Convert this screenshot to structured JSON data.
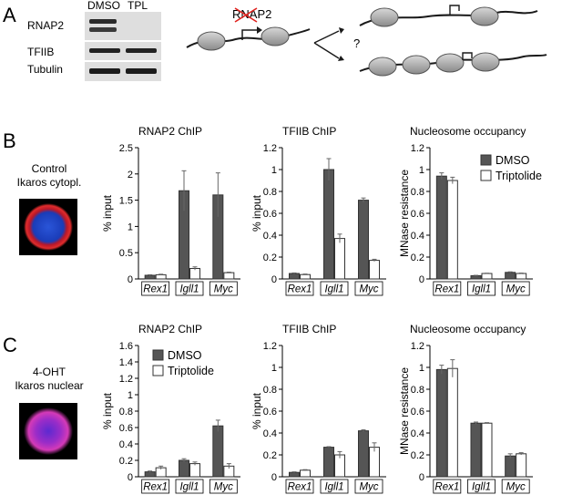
{
  "panel_labels": {
    "a": "A",
    "b": "B",
    "c": "C"
  },
  "western": {
    "columns": [
      "DMSO",
      "TPL"
    ],
    "rows": [
      "RNAP2",
      "TFIIB",
      "Tubulin"
    ]
  },
  "schematic": {
    "rnap2_label": "RNAP2",
    "question": "?"
  },
  "cells": {
    "b": {
      "line1": "Control",
      "line2": "Ikaros cytopl."
    },
    "c": {
      "line1": "4-OHT",
      "line2": "Ikaros nuclear"
    }
  },
  "colors": {
    "dmso": "#555555",
    "triptolide": "#ffffff",
    "edge": "#333333",
    "error": "#666666"
  },
  "legend": {
    "dmso": "DMSO",
    "triptolide": "Triptolide"
  },
  "chart_data": [
    {
      "id": "b1",
      "type": "bar",
      "title": "RNAP2 ChIP",
      "ylabel": "% input",
      "categories": [
        "Rex1",
        "Igll1",
        "Myc"
      ],
      "ylim": [
        0,
        2.5
      ],
      "yticks": [
        "0",
        "0.5",
        "1",
        "1.5",
        "2",
        "2.5"
      ],
      "ytick_values": [
        0,
        0.5,
        1,
        1.5,
        2,
        2.5
      ],
      "series": [
        {
          "name": "DMSO",
          "values": [
            0.07,
            1.68,
            1.6
          ],
          "errors": [
            0.01,
            0.38,
            0.42
          ]
        },
        {
          "name": "Triptolide",
          "values": [
            0.08,
            0.2,
            0.12
          ],
          "errors": [
            0.01,
            0.03,
            0.01
          ]
        }
      ]
    },
    {
      "id": "b2",
      "type": "bar",
      "title": "TFIIB ChIP",
      "ylabel": "% input",
      "categories": [
        "Rex1",
        "Igll1",
        "Myc"
      ],
      "ylim": [
        0,
        1.2
      ],
      "yticks": [
        "0",
        "0.2",
        "0.4",
        "0.6",
        "0.8",
        "1",
        "1.2"
      ],
      "ytick_values": [
        0,
        0.2,
        0.4,
        0.6,
        0.8,
        1,
        1.2
      ],
      "series": [
        {
          "name": "DMSO",
          "values": [
            0.05,
            1.0,
            0.72
          ],
          "errors": [
            0.005,
            0.1,
            0.02
          ]
        },
        {
          "name": "Triptolide",
          "values": [
            0.04,
            0.37,
            0.17
          ],
          "errors": [
            0.005,
            0.04,
            0.01
          ]
        }
      ]
    },
    {
      "id": "b3",
      "type": "bar",
      "title": "Nucleosome occupancy",
      "ylabel": "MNase resistance",
      "categories": [
        "Rex1",
        "Igll1",
        "Myc"
      ],
      "ylim": [
        0,
        1.2
      ],
      "yticks": [
        "0",
        "0.2",
        "0.4",
        "0.6",
        "0.8",
        "1",
        "1.2"
      ],
      "ytick_values": [
        0,
        0.2,
        0.4,
        0.6,
        0.8,
        1,
        1.2
      ],
      "legend": true,
      "series": [
        {
          "name": "DMSO",
          "values": [
            0.94,
            0.03,
            0.06
          ],
          "errors": [
            0.03,
            0.003,
            0.005
          ]
        },
        {
          "name": "Triptolide",
          "values": [
            0.9,
            0.05,
            0.05
          ],
          "errors": [
            0.03,
            0.003,
            0.004
          ]
        }
      ]
    },
    {
      "id": "c1",
      "type": "bar",
      "title": "RNAP2 ChIP",
      "ylabel": "% input",
      "categories": [
        "Rex1",
        "Igll1",
        "Myc"
      ],
      "ylim": [
        0,
        1.6
      ],
      "yticks": [
        "0",
        "0.2",
        "0.4",
        "0.6",
        "0.8",
        "1",
        "1.2",
        "1.4",
        "1.6"
      ],
      "ytick_values": [
        0,
        0.2,
        0.4,
        0.6,
        0.8,
        1,
        1.2,
        1.4,
        1.6
      ],
      "legend": true,
      "series": [
        {
          "name": "DMSO",
          "values": [
            0.06,
            0.2,
            0.62
          ],
          "errors": [
            0.01,
            0.02,
            0.07
          ]
        },
        {
          "name": "Triptolide",
          "values": [
            0.11,
            0.16,
            0.13
          ],
          "errors": [
            0.02,
            0.02,
            0.03
          ]
        }
      ]
    },
    {
      "id": "c2",
      "type": "bar",
      "title": "TFIIB ChIP",
      "ylabel": "% input",
      "categories": [
        "Rex1",
        "Igll1",
        "Myc"
      ],
      "ylim": [
        0,
        1.2
      ],
      "yticks": [
        "0",
        "0.2",
        "0.4",
        "0.6",
        "0.8",
        "1",
        "1.2"
      ],
      "ytick_values": [
        0,
        0.2,
        0.4,
        0.6,
        0.8,
        1,
        1.2
      ],
      "series": [
        {
          "name": "DMSO",
          "values": [
            0.04,
            0.27,
            0.42
          ],
          "errors": [
            0.005,
            0.005,
            0.01
          ]
        },
        {
          "name": "Triptolide",
          "values": [
            0.06,
            0.2,
            0.27
          ],
          "errors": [
            0.005,
            0.03,
            0.04
          ]
        }
      ]
    },
    {
      "id": "c3",
      "type": "bar",
      "title": "Nucleosome occupancy",
      "ylabel": "MNase resistance",
      "categories": [
        "Rex1",
        "Igll1",
        "Myc"
      ],
      "ylim": [
        0,
        1.2
      ],
      "yticks": [
        "0",
        "0.2",
        "0.4",
        "0.6",
        "0.8",
        "1",
        "1.2"
      ],
      "ytick_values": [
        0,
        0.2,
        0.4,
        0.6,
        0.8,
        1,
        1.2
      ],
      "series": [
        {
          "name": "DMSO",
          "values": [
            0.98,
            0.49,
            0.19
          ],
          "errors": [
            0.04,
            0.01,
            0.02
          ]
        },
        {
          "name": "Triptolide",
          "values": [
            0.99,
            0.49,
            0.21
          ],
          "errors": [
            0.08,
            0.005,
            0.01
          ]
        }
      ]
    }
  ]
}
